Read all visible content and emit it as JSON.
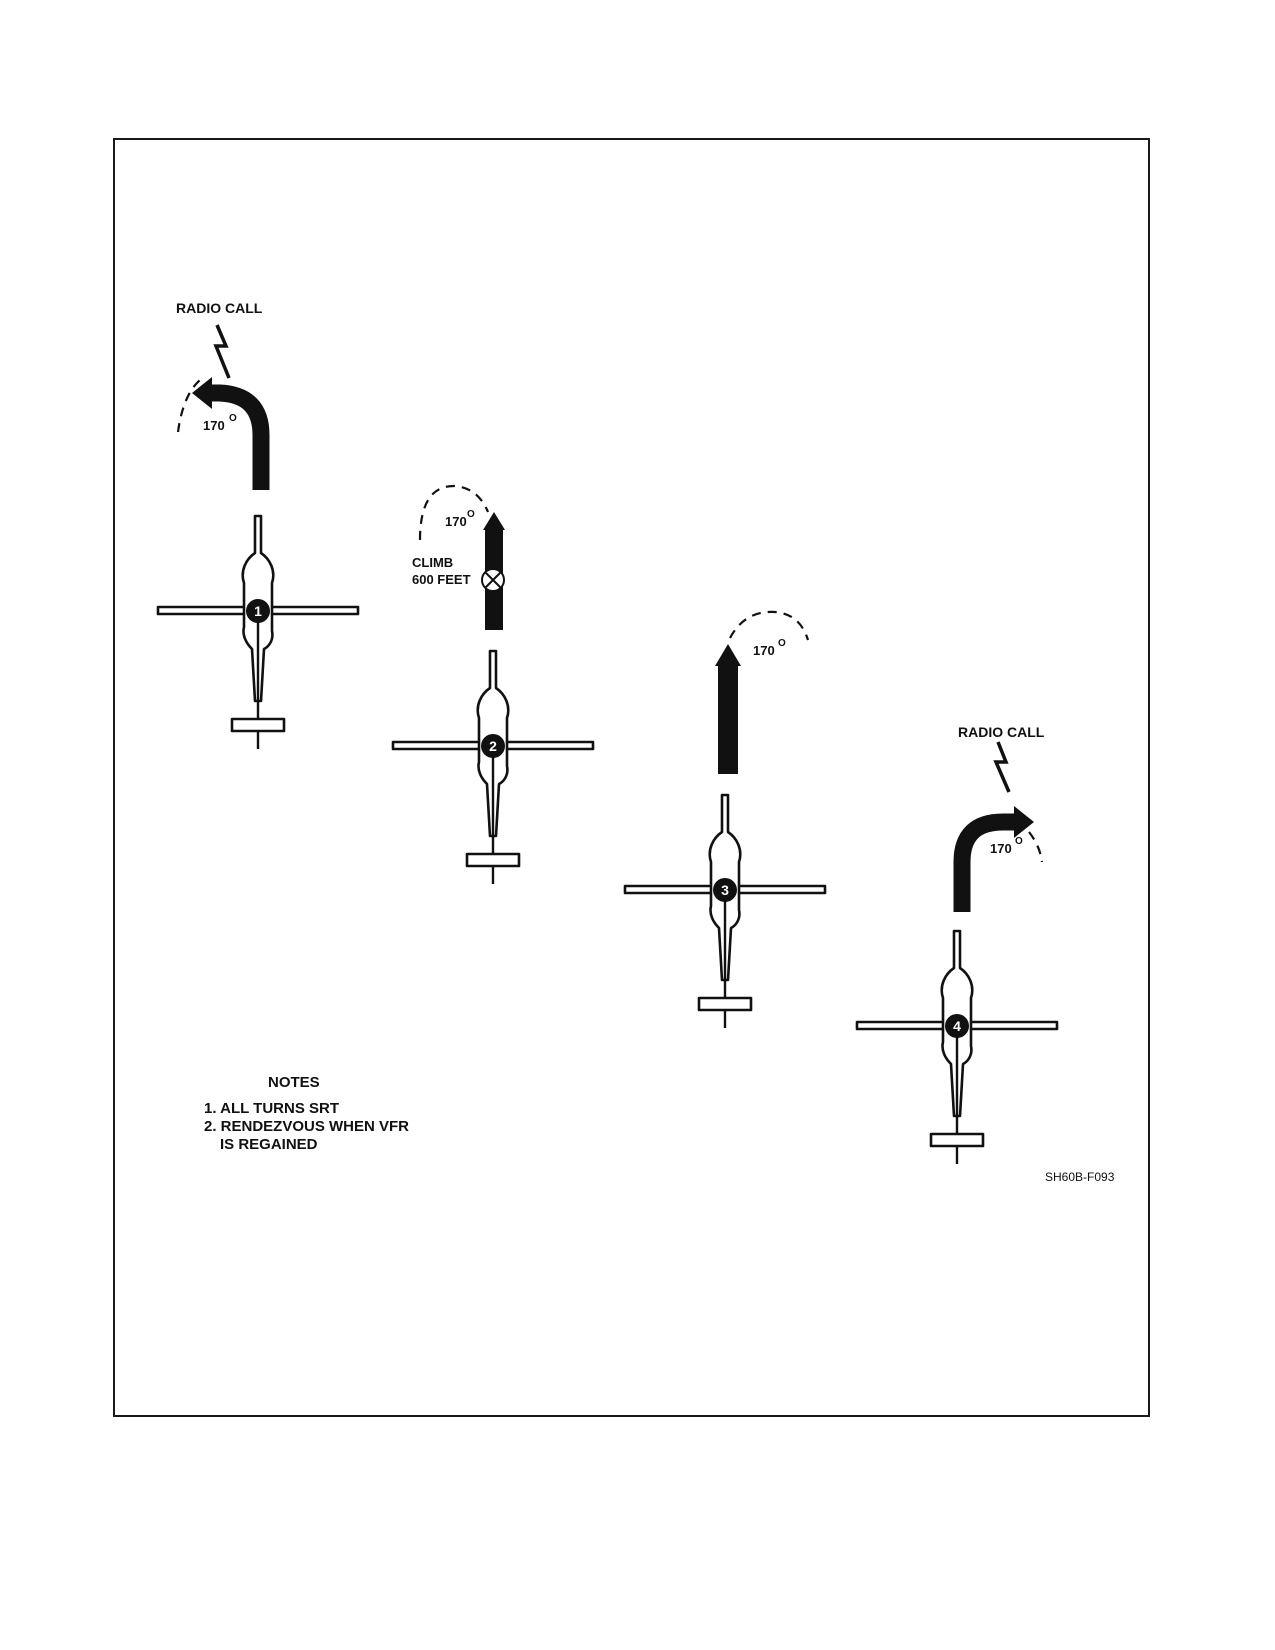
{
  "labels": {
    "radio_call_1": "RADIO CALL",
    "radio_call_4": "RADIO CALL",
    "angle_1": "170",
    "angle_2": "170",
    "angle_3": "170",
    "angle_4": "170",
    "degree_mark": "O",
    "climb_line1": "CLIMB",
    "climb_line2": "600 FEET"
  },
  "helicopters": [
    {
      "number": "1"
    },
    {
      "number": "2"
    },
    {
      "number": "3"
    },
    {
      "number": "4"
    }
  ],
  "notes": {
    "title": "NOTES",
    "items": [
      "1. ALL TURNS SRT",
      "2. RENDEZVOUS WHEN VFR",
      "IS REGAINED"
    ]
  },
  "figure_id": "SH60B-F093",
  "colors": {
    "ink": "#111111",
    "paper": "#ffffff"
  }
}
